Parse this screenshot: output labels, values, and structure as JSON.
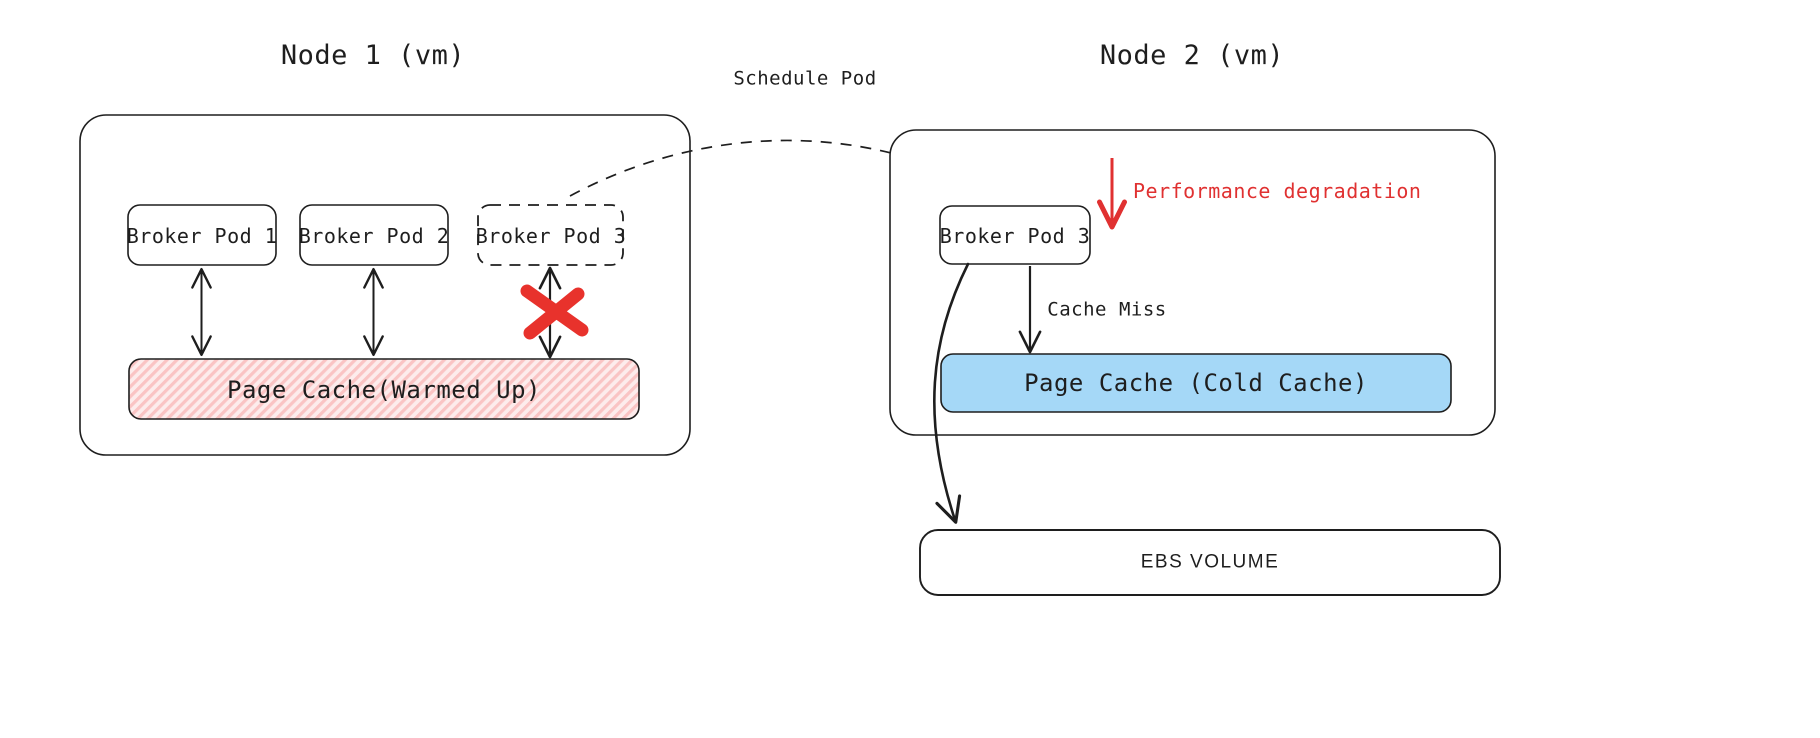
{
  "diagram": {
    "title_left": "Node 1 (vm)",
    "title_right": "Node 2 (vm)",
    "colors": {
      "stroke": "#1e1e1e",
      "warm_cache_fill": "#ffc9c9",
      "cold_cache_fill": "#a5d8f7",
      "danger_red": "#e03131",
      "cross_red": "#e8322c",
      "background": "#ffffff"
    },
    "node1": {
      "label": "Node 1 (vm)",
      "pods": [
        {
          "label": "Broker Pod 1",
          "style": "solid"
        },
        {
          "label": "Broker Pod 2",
          "style": "solid"
        },
        {
          "label": "Broker Pod 3",
          "style": "dashed"
        }
      ],
      "cache": {
        "label": "Page Cache(Warmed Up)",
        "fill": "#ffc9c9",
        "pattern": "cross-hatch"
      },
      "broken_link_marker": "x-cross"
    },
    "node2": {
      "label": "Node 2 (vm)",
      "pods": [
        {
          "label": "Broker Pod 3",
          "style": "solid"
        }
      ],
      "cache": {
        "label": "Page Cache (Cold Cache)",
        "fill": "#a5d8f7",
        "pattern": "solid"
      },
      "annotation": "Performance degradation",
      "cache_miss_label": "Cache Miss"
    },
    "storage": {
      "label": "EBS VOLUME"
    },
    "schedule_edge": {
      "label": "Schedule Pod",
      "style": "dashed"
    }
  }
}
